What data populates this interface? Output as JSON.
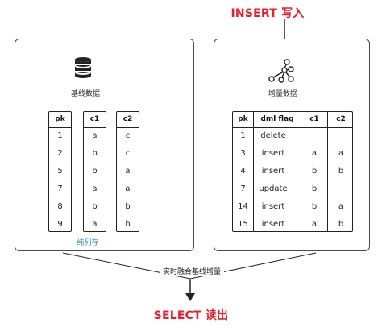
{
  "top_label": "INSERT 写入",
  "bottom_label": "SELECT 读出",
  "merge_label": "实时融合基线增量",
  "baseline": {
    "title": "基线数据",
    "columns": [
      {
        "header": "pk",
        "values": [
          "1",
          "2",
          "5",
          "7",
          "8",
          "9"
        ]
      },
      {
        "header": "c1",
        "values": [
          "a",
          "b",
          "b",
          "a",
          "b",
          "a"
        ]
      },
      {
        "header": "c2",
        "values": [
          "c",
          "c",
          "a",
          "a",
          "b",
          "b"
        ]
      }
    ],
    "storage_label": "纯列存"
  },
  "delta": {
    "title": "增量数据",
    "headers": [
      "pk",
      "dml flag",
      "c1",
      "c2"
    ],
    "rows": [
      [
        "1",
        "delete",
        "",
        ""
      ],
      [
        "3",
        "insert",
        "a",
        "a"
      ],
      [
        "4",
        "insert",
        "b",
        "b"
      ],
      [
        "7",
        "update",
        "b",
        ""
      ],
      [
        "14",
        "insert",
        "b",
        "a"
      ],
      [
        "15",
        "insert",
        "a",
        "b"
      ]
    ]
  },
  "colors": {
    "accent": "#e8202c",
    "link": "#3a8fd8",
    "line": "#222222"
  },
  "icons": [
    "database-icon",
    "tree-network-icon",
    "arrow-down-icon"
  ]
}
